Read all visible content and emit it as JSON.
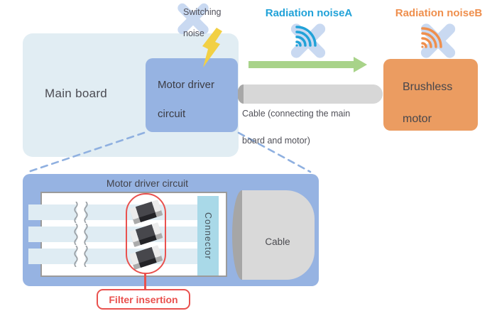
{
  "colors": {
    "board_fill": "#e1edf3",
    "circuit_blue": "#96b3e2",
    "motor_orange": "#eb9c61",
    "arrow_green": "#a8d389",
    "noise_a_blue": "#21a2d8",
    "noise_b_orange": "#ef8f4d",
    "cross_light_blue": "#c9d9f1",
    "bolt_yellow": "#f2d044",
    "connector_cyan": "#a9d9e8",
    "accent_red": "#e9514e",
    "cable_gray": "#d7d7d7"
  },
  "overview": {
    "switching_noise_line1": "Switching",
    "switching_noise_line2": "noise",
    "radiation_noise_a": "Radiation noiseA",
    "radiation_noise_b": "Radiation noiseB",
    "main_board_label": "Main board",
    "motor_driver_line1": "Motor driver",
    "motor_driver_line2": "circuit",
    "cable_caption_line1": "Cable (connecting the main",
    "cable_caption_line2": "board and motor)",
    "brushless_line1": "Brushless",
    "brushless_line2": "motor"
  },
  "detail": {
    "title": "Motor driver circuit",
    "connector_label": "Connector",
    "cable_label": "Cable",
    "filter_callout": "Filter insertion"
  }
}
